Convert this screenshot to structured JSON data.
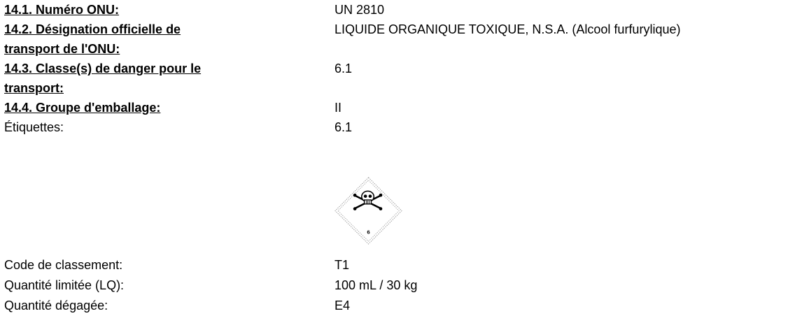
{
  "rows": [
    {
      "label_lines": [
        "14.1. Numéro ONU:"
      ],
      "value": "UN 2810"
    },
    {
      "label_lines": [
        "14.2. Désignation officielle de ",
        "transport de l'ONU:"
      ],
      "value": "LIQUIDE ORGANIQUE TOXIQUE, N.S.A. (Alcool furfurylique)"
    },
    {
      "label_lines": [
        "14.3. Classe(s) de danger pour le ",
        "transport:"
      ],
      "value": "6.1"
    },
    {
      "label_lines": [
        "14.4. Groupe d'emballage:"
      ],
      "value": "II"
    },
    {
      "label_lines": [
        "Étiquettes:"
      ],
      "value": "6.1"
    },
    {
      "label_lines": [
        "Code de classement:"
      ],
      "value": "T1"
    },
    {
      "label_lines": [
        "Quantité limitée (LQ):"
      ],
      "value": "100 mL / 30 kg"
    },
    {
      "label_lines": [
        "Quantité dégagée:"
      ],
      "value": "E4"
    }
  ],
  "pictogram": {
    "icon": "toxic-skull-crossbones-icon",
    "class_number": "6"
  }
}
